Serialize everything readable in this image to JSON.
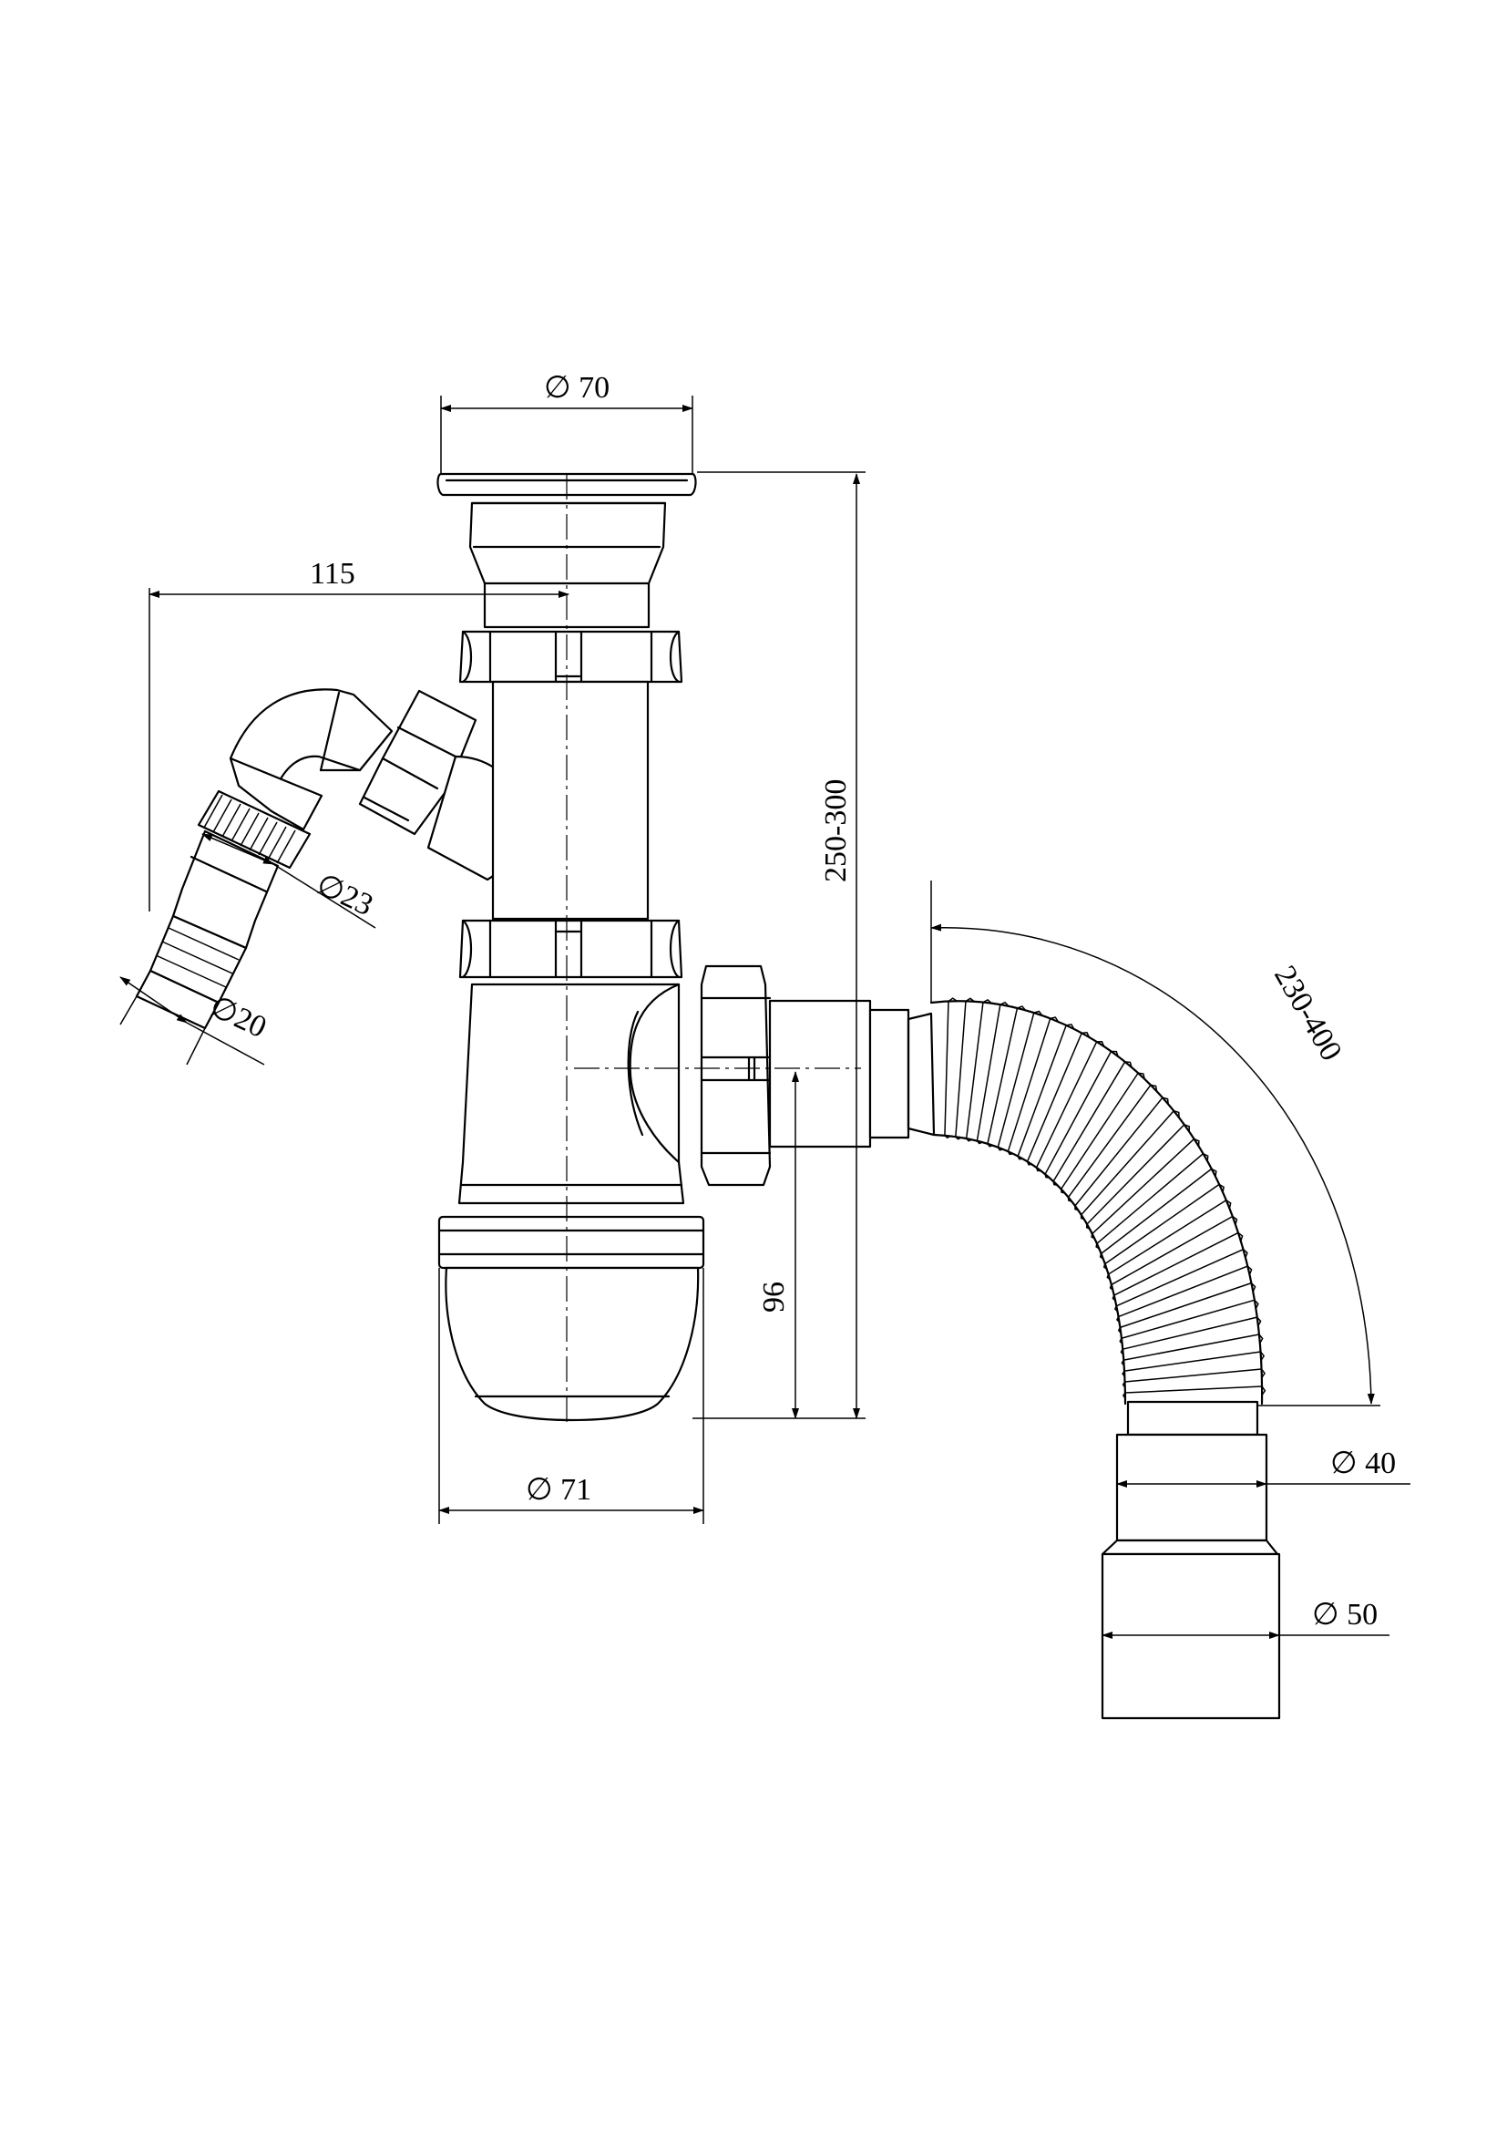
{
  "dimensions": {
    "inlet_diameter": "∅ 70",
    "side_offset": "115",
    "side_hose_outer": "∅23",
    "side_hose_inner": "∅20",
    "total_height": "250-300",
    "outlet_height": "96",
    "bottle_diameter": "∅ 71",
    "flex_length": "230-400",
    "outlet_diameter_40": "∅ 40",
    "outlet_diameter_50": "∅ 50"
  }
}
